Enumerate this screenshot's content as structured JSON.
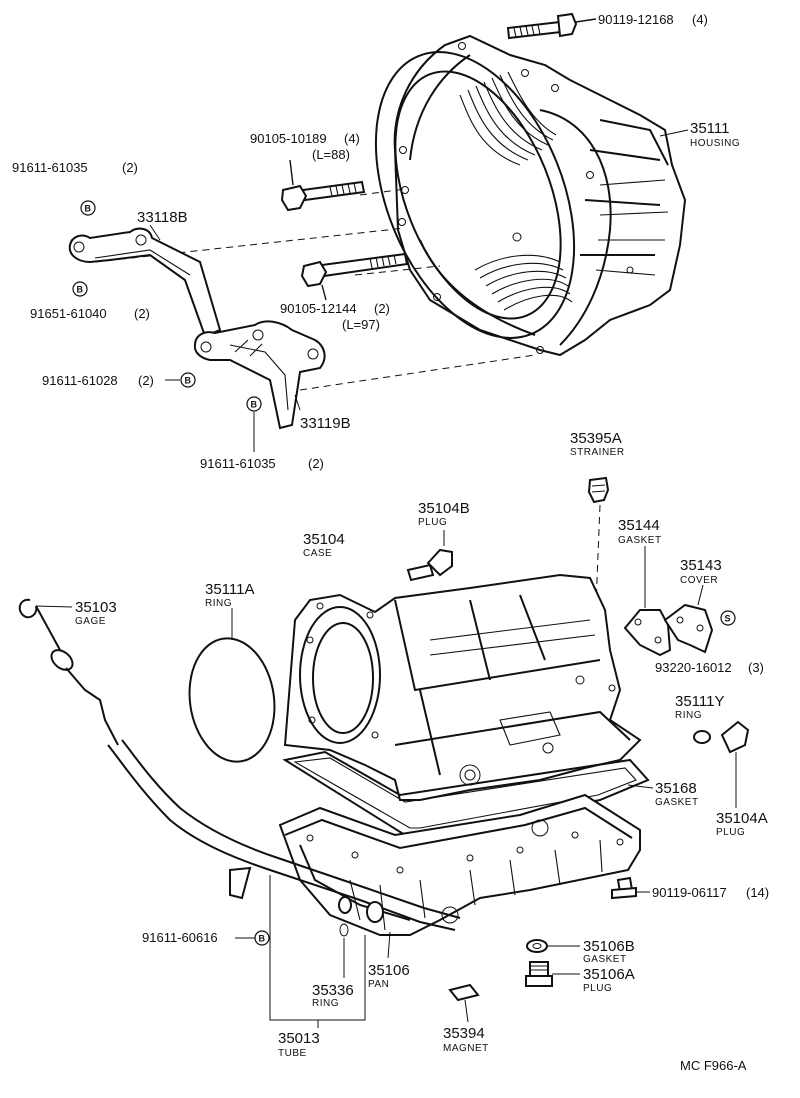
{
  "title_code": "MC F966-A",
  "parts": {
    "bolt_housing_top": {
      "number": "90119-12168",
      "qty": "(4)"
    },
    "housing": {
      "number": "35111",
      "name": "HOUSING"
    },
    "bolt_long_a": {
      "number": "90105-10189",
      "qty": "(4)",
      "length": "(L=88)"
    },
    "bolt_long_b": {
      "number": "90105-12144",
      "qty": "(2)",
      "length": "(L=97)"
    },
    "bracket_upper": {
      "number": "33118B"
    },
    "bracket_lower": {
      "number": "33119B"
    },
    "bolt_b1": {
      "number": "91611-61035",
      "qty": "(2)",
      "mark": "B"
    },
    "bolt_b2": {
      "number": "91651-61040",
      "qty": "(2)",
      "mark": "B"
    },
    "bolt_b3": {
      "number": "91611-61028",
      "qty": "(2)",
      "mark": "B"
    },
    "bolt_b4": {
      "number": "91611-61035",
      "qty": "(2)",
      "mark": "B"
    },
    "strainer": {
      "number": "35395A",
      "name": "STRAINER"
    },
    "plug_b": {
      "number": "35104B",
      "name": "PLUG"
    },
    "case": {
      "number": "35104",
      "name": "CASE"
    },
    "gasket_cover": {
      "number": "35144",
      "name": "GASKET"
    },
    "cover": {
      "number": "35143",
      "name": "COVER"
    },
    "bolt_cover": {
      "number": "93220-16012",
      "qty": "(3)",
      "mark": "S"
    },
    "ring_large": {
      "number": "35111A",
      "name": "RING"
    },
    "gage": {
      "number": "35103",
      "name": "GAGE"
    },
    "ring_y": {
      "number": "35111Y",
      "name": "RING"
    },
    "gasket_pan": {
      "number": "35168",
      "name": "GASKET"
    },
    "plug_a": {
      "number": "35104A",
      "name": "PLUG"
    },
    "bolt_pan": {
      "number": "90119-06117",
      "qty": "(14)"
    },
    "bolt_tube": {
      "number": "91611-60616",
      "mark": "B"
    },
    "gasket_drain": {
      "number": "35106B",
      "name": "GASKET"
    },
    "plug_drain": {
      "number": "35106A",
      "name": "PLUG"
    },
    "ring_tube": {
      "number": "35336",
      "name": "RING"
    },
    "pan": {
      "number": "35106",
      "name": "PAN"
    },
    "magnet": {
      "number": "35394",
      "name": "MAGNET"
    },
    "tube": {
      "number": "35013",
      "name": "TUBE"
    }
  }
}
